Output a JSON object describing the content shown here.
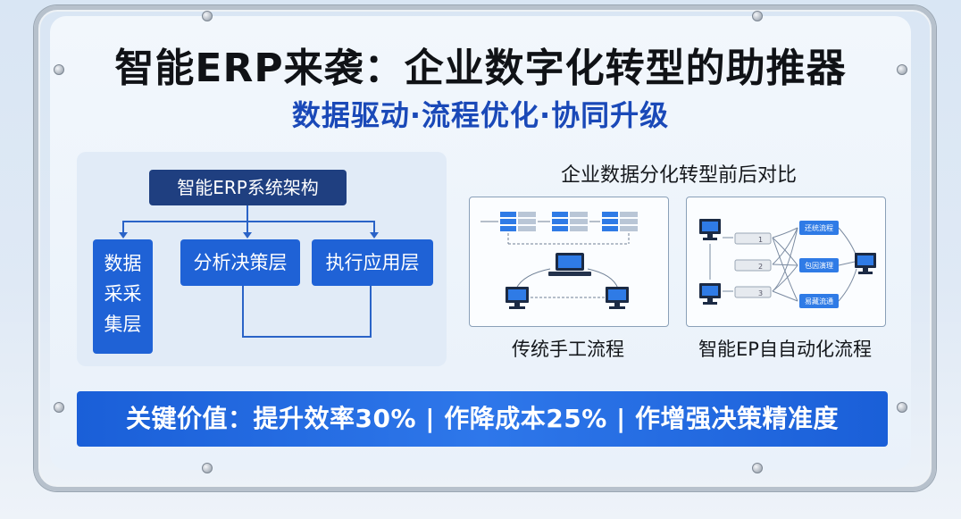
{
  "header": {
    "title": "智能ERP来袭：企业数字化转型的助推器",
    "subtitle": "数据驱动·流程优化·协同升级"
  },
  "architecture": {
    "title": "智能ERP系统架构",
    "layers": {
      "data_line1": "数据",
      "data_line2": "采采",
      "data_line3": "集层",
      "analysis": "分析决策层",
      "execution": "执行应用层"
    }
  },
  "comparison": {
    "title": "企业数据分化转型前后对比",
    "before_label": "传统手工流程",
    "after_label": "智能EP自自动化流程",
    "after_nodes": [
      "还统流程",
      "包因演理",
      "易藏流通"
    ],
    "after_steps": [
      "1",
      "2",
      "3"
    ]
  },
  "value_bar": {
    "text": "关键价值：提升效率30% | 作降成本25% | 作增强决策精准度"
  },
  "colors": {
    "primary_blue": "#1f62d6",
    "navy": "#1f3f80",
    "title_text": "#101216",
    "subtitle_blue": "#1a49b8"
  },
  "icons": {
    "computer": "computer-icon",
    "laptop": "laptop-icon",
    "screw": "screw-icon"
  }
}
